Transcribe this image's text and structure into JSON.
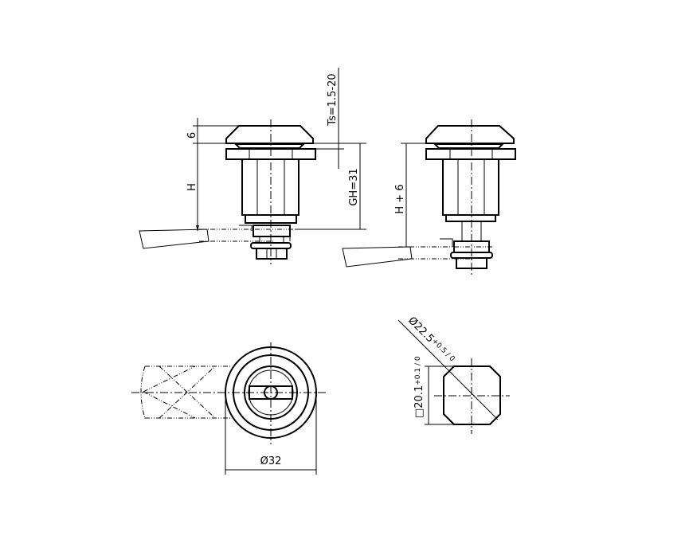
{
  "drawing": {
    "side_view_left": {
      "dim_cap": "6",
      "dim_height": "H",
      "dim_thickness": "Ts=1.5-20",
      "dim_grip": "GH=31"
    },
    "side_view_right": {
      "dim_height": "H + 6"
    },
    "front_view": {
      "dim_diameter": "Ø32"
    },
    "cutout": {
      "dim_diameter": "Ø22.5",
      "dim_diameter_tol": "+0.5 / 0",
      "dim_square": "□20.1",
      "dim_square_tol": "+0.1 / 0"
    }
  }
}
